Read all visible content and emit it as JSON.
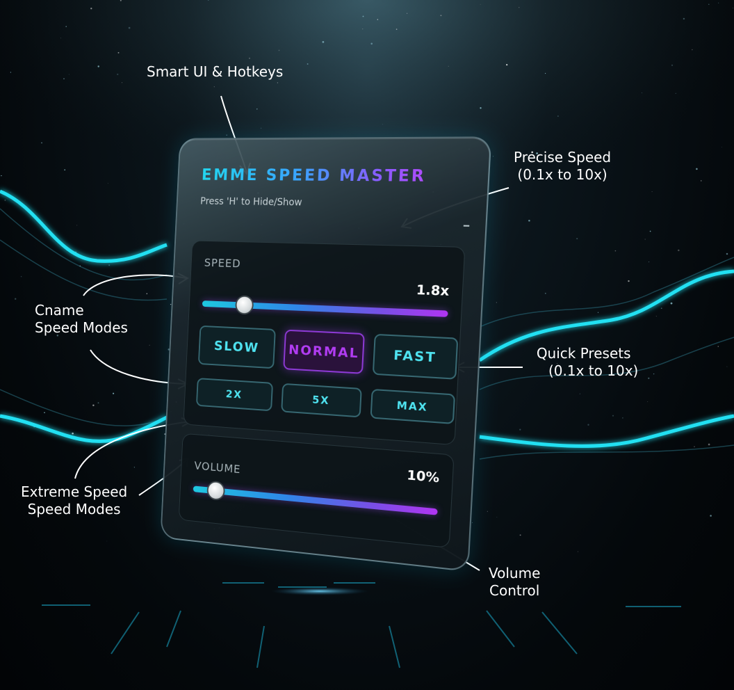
{
  "panel": {
    "title": "EMME SPEED MASTER",
    "subtitle": "Press 'H' to Hide/Show",
    "speed": {
      "label": "SPEED",
      "value": "1.8x",
      "level": 0.18
    },
    "presets": [
      {
        "label": "SLOW",
        "active": false
      },
      {
        "label": "NORMAL",
        "active": true
      },
      {
        "label": "FAST",
        "active": false
      }
    ],
    "extreme_presets": [
      {
        "label": "2X"
      },
      {
        "label": "5X"
      },
      {
        "label": "MAX"
      }
    ],
    "volume": {
      "label": "VOLUME",
      "value": "10%",
      "level": 0.1
    }
  },
  "annotations": {
    "smart_ui": "Smart UI & Hotkeys",
    "precise_speed": [
      "Precise Speed",
      "(0.1x to 10x)"
    ],
    "cname_modes": [
      "Cname",
      "Speed Modes"
    ],
    "quick_presets": [
      "Quick Presets",
      "(0.1x to 10x)"
    ],
    "extreme_modes": [
      "Extreme Speed",
      "Speed Modes"
    ],
    "volume_control": [
      "Volume",
      "Control"
    ]
  },
  "colors": {
    "accent_cyan": "#22d6ee",
    "accent_purple": "#b035f2",
    "active_preset": "#b13cf2"
  }
}
